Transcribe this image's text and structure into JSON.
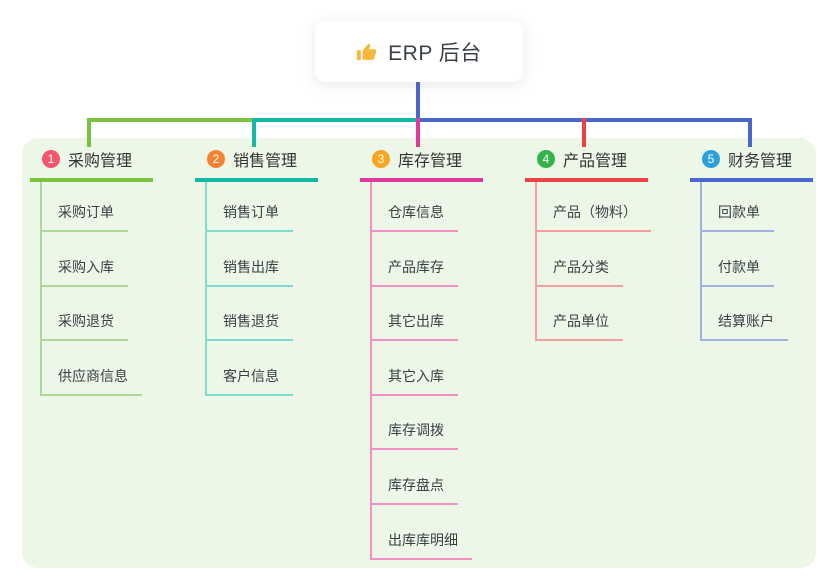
{
  "root": {
    "title": "ERP 后台",
    "icon": "thumbs-up-icon",
    "icon_color": "#f5b83d"
  },
  "connector_root_color": "#4f63cc",
  "panel_color": "#ecf7e8",
  "branches": [
    {
      "badge": "1",
      "label": "采购管理",
      "badge_color": "#f4566c",
      "line_color": "#7cc23f",
      "child_line_color": "#aed893",
      "children": [
        "采购订单",
        "采购入库",
        "采购退货",
        "供应商信息"
      ]
    },
    {
      "badge": "2",
      "label": "销售管理",
      "badge_color": "#f58230",
      "line_color": "#14b8a6",
      "child_line_color": "#7edbcd",
      "children": [
        "销售订单",
        "销售出库",
        "销售退货",
        "客户信息"
      ]
    },
    {
      "badge": "3",
      "label": "库存管理",
      "badge_color": "#f9a623",
      "line_color": "#e13a9d",
      "child_line_color": "#f490c5",
      "children": [
        "仓库信息",
        "产品库存",
        "其它出库",
        "其它入库",
        "库存调拨",
        "库存盘点",
        "出库库明细"
      ]
    },
    {
      "badge": "4",
      "label": "产品管理",
      "badge_color": "#34b34a",
      "line_color": "#ee4345",
      "child_line_color": "#f79e9e",
      "children": [
        "产品（物料）",
        "产品分类",
        "产品单位"
      ]
    },
    {
      "badge": "5",
      "label": "财务管理",
      "badge_color": "#2ba1dc",
      "line_color": "#4a67cf",
      "child_line_color": "#9fb2e6",
      "children": [
        "回款单",
        "付款单",
        "结算账户"
      ]
    }
  ]
}
